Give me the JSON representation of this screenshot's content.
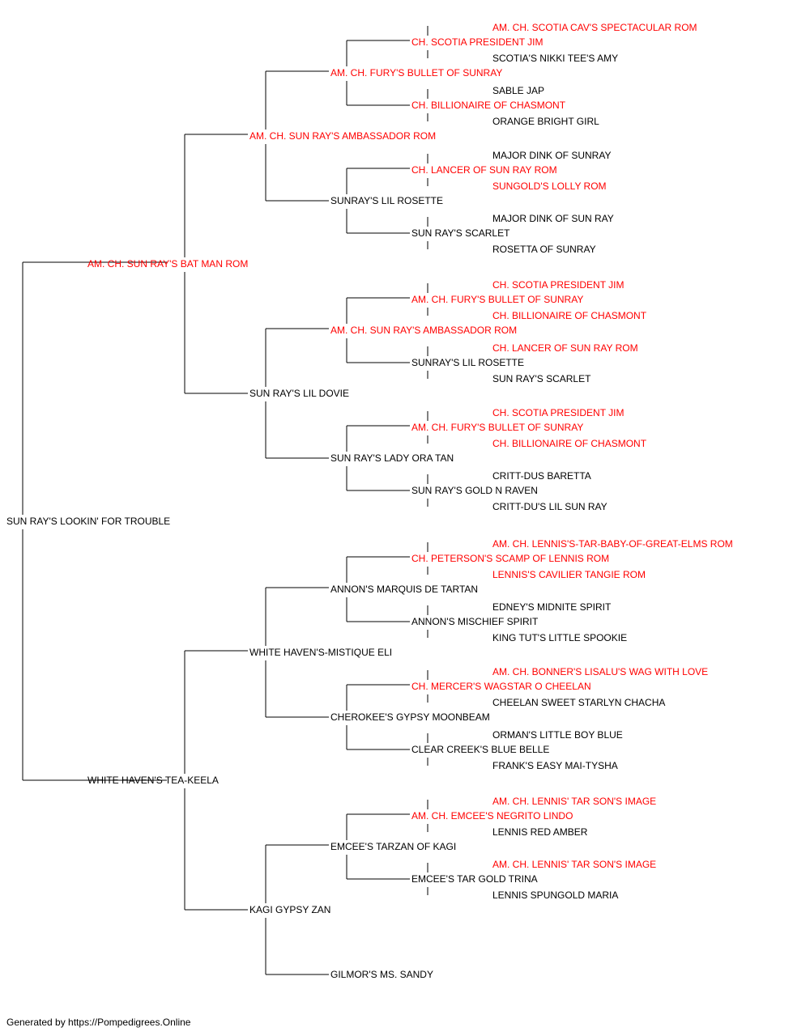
{
  "colors": {
    "champion": "#ff0000",
    "normal": "#000000",
    "line": "#000000"
  },
  "footer": "Generated by https://Pompedigrees.Online",
  "pedigree": {
    "name": "SUN RAY'S LOOKIN' FOR TROUBLE",
    "champion": false,
    "children": [
      {
        "name": "AM. CH. SUN RAY'S BAT MAN ROM",
        "champion": true,
        "children": [
          {
            "name": "AM. CH. SUN RAY'S AMBASSADOR ROM",
            "champion": true,
            "children": [
              {
                "name": "AM. CH. FURY'S BULLET OF SUNRAY",
                "champion": true,
                "children": [
                  {
                    "name": "CH. SCOTIA PRESIDENT JIM",
                    "champion": true,
                    "children": [
                      {
                        "name": "AM. CH. SCOTIA CAV'S SPECTACULAR ROM",
                        "champion": true
                      },
                      {
                        "name": "SCOTIA'S NIKKI TEE'S AMY",
                        "champion": false
                      }
                    ]
                  },
                  {
                    "name": "CH. BILLIONAIRE OF CHASMONT",
                    "champion": true,
                    "children": [
                      {
                        "name": "SABLE JAP",
                        "champion": false
                      },
                      {
                        "name": "ORANGE BRIGHT GIRL",
                        "champion": false
                      }
                    ]
                  }
                ]
              },
              {
                "name": "SUNRAY'S LIL ROSETTE",
                "champion": false,
                "children": [
                  {
                    "name": "CH. LANCER OF SUN RAY ROM",
                    "champion": true,
                    "children": [
                      {
                        "name": "MAJOR DINK OF SUNRAY",
                        "champion": false
                      },
                      {
                        "name": "SUNGOLD'S LOLLY ROM",
                        "champion": true
                      }
                    ]
                  },
                  {
                    "name": "SUN RAY'S SCARLET",
                    "champion": false,
                    "children": [
                      {
                        "name": "MAJOR DINK OF SUN RAY",
                        "champion": false
                      },
                      {
                        "name": "ROSETTA OF SUNRAY",
                        "champion": false
                      }
                    ]
                  }
                ]
              }
            ]
          },
          {
            "name": "SUN RAY'S LIL DOVIE",
            "champion": false,
            "children": [
              {
                "name": "AM. CH. SUN RAY'S AMBASSADOR ROM",
                "champion": true,
                "children": [
                  {
                    "name": "AM. CH. FURY'S BULLET OF SUNRAY",
                    "champion": true,
                    "children": [
                      {
                        "name": "CH. SCOTIA PRESIDENT JIM",
                        "champion": true
                      },
                      {
                        "name": "CH. BILLIONAIRE OF CHASMONT",
                        "champion": true
                      }
                    ]
                  },
                  {
                    "name": "SUNRAY'S LIL ROSETTE",
                    "champion": false,
                    "children": [
                      {
                        "name": "CH. LANCER OF SUN RAY ROM",
                        "champion": true
                      },
                      {
                        "name": "SUN RAY'S SCARLET",
                        "champion": false
                      }
                    ]
                  }
                ]
              },
              {
                "name": "SUN RAY'S LADY ORA TAN",
                "champion": false,
                "children": [
                  {
                    "name": "AM. CH. FURY'S BULLET OF SUNRAY",
                    "champion": true,
                    "children": [
                      {
                        "name": "CH. SCOTIA PRESIDENT JIM",
                        "champion": true
                      },
                      {
                        "name": "CH. BILLIONAIRE OF CHASMONT",
                        "champion": true
                      }
                    ]
                  },
                  {
                    "name": "SUN RAY'S GOLD N RAVEN",
                    "champion": false,
                    "children": [
                      {
                        "name": "CRITT-DUS BARETTA",
                        "champion": false
                      },
                      {
                        "name": "CRITT-DU'S LIL SUN RAY",
                        "champion": false
                      }
                    ]
                  }
                ]
              }
            ]
          }
        ]
      },
      {
        "name": "WHITE HAVEN'S TEA-KEELA",
        "champion": false,
        "children": [
          {
            "name": "WHITE HAVEN'S-MISTIQUE ELI",
            "champion": false,
            "children": [
              {
                "name": "ANNON'S MARQUIS DE TARTAN",
                "champion": false,
                "children": [
                  {
                    "name": "CH. PETERSON'S SCAMP OF LENNIS ROM",
                    "champion": true,
                    "children": [
                      {
                        "name": "AM. CH. LENNIS'S-TAR-BABY-OF-GREAT-ELMS ROM",
                        "champion": true
                      },
                      {
                        "name": "LENNIS'S CAVILIER TANGIE ROM",
                        "champion": true
                      }
                    ]
                  },
                  {
                    "name": "ANNON'S MISCHIEF SPIRIT",
                    "champion": false,
                    "children": [
                      {
                        "name": "EDNEY'S MIDNITE SPIRIT",
                        "champion": false
                      },
                      {
                        "name": "KING TUT'S LITTLE SPOOKIE",
                        "champion": false
                      }
                    ]
                  }
                ]
              },
              {
                "name": "CHEROKEE'S GYPSY MOONBEAM",
                "champion": false,
                "children": [
                  {
                    "name": "CH. MERCER'S WAGSTAR O CHEELAN",
                    "champion": true,
                    "children": [
                      {
                        "name": "AM. CH. BONNER'S LISALU'S WAG WITH LOVE",
                        "champion": true
                      },
                      {
                        "name": "CHEELAN SWEET STARLYN CHACHA",
                        "champion": false
                      }
                    ]
                  },
                  {
                    "name": "CLEAR CREEK'S BLUE BELLE",
                    "champion": false,
                    "children": [
                      {
                        "name": "ORMAN'S LITTLE BOY BLUE",
                        "champion": false
                      },
                      {
                        "name": "FRANK'S EASY MAI-TYSHA",
                        "champion": false
                      }
                    ]
                  }
                ]
              }
            ]
          },
          {
            "name": "KAGI GYPSY ZAN",
            "champion": false,
            "children": [
              {
                "name": "EMCEE'S TARZAN OF KAGI",
                "champion": false,
                "children": [
                  {
                    "name": "AM. CH. EMCEE'S NEGRITO LINDO",
                    "champion": true,
                    "children": [
                      {
                        "name": "AM. CH. LENNIS' TAR SON'S IMAGE",
                        "champion": true
                      },
                      {
                        "name": "LENNIS RED AMBER",
                        "champion": false
                      }
                    ]
                  },
                  {
                    "name": "EMCEE'S TAR GOLD TRINA",
                    "champion": false,
                    "children": [
                      {
                        "name": "AM. CH. LENNIS' TAR SON'S IMAGE",
                        "champion": true
                      },
                      {
                        "name": "LENNIS SPUNGOLD MARIA",
                        "champion": false
                      }
                    ]
                  }
                ]
              },
              {
                "name": "GILMOR'S MS. SANDY",
                "champion": false
              }
            ]
          }
        ]
      }
    ]
  }
}
